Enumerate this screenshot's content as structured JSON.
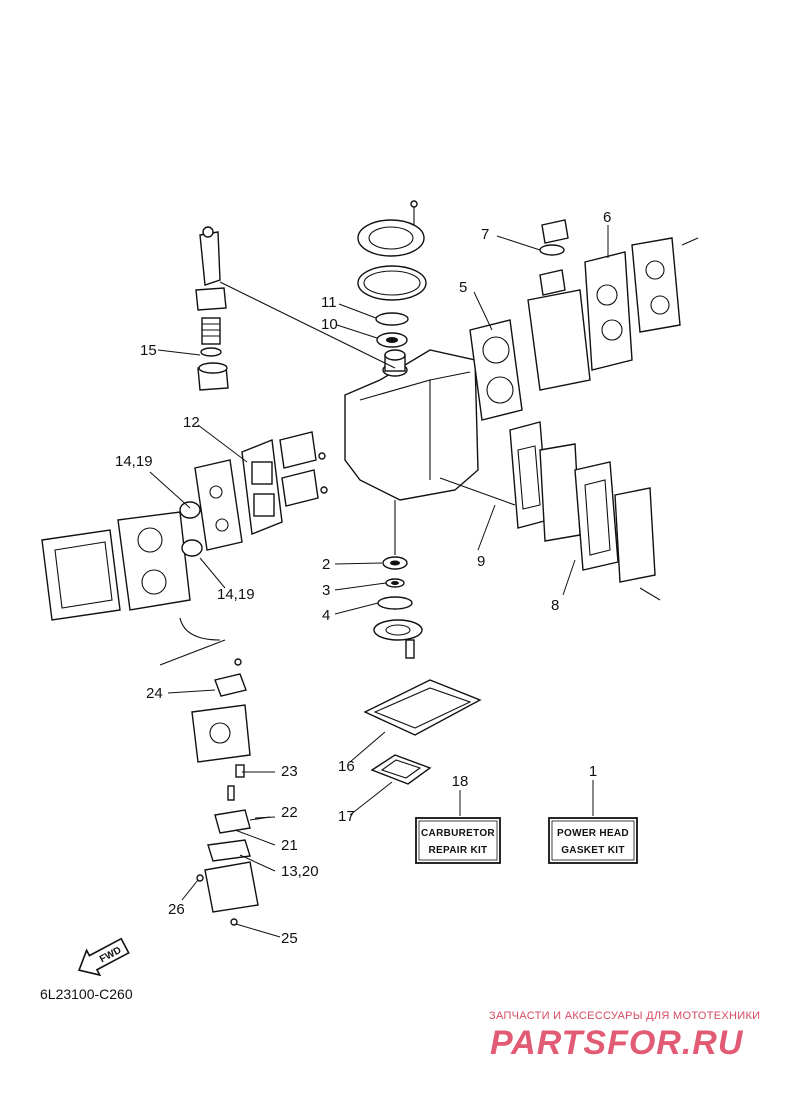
{
  "diagram": {
    "callouts": [
      "1",
      "2",
      "3",
      "4",
      "5",
      "6",
      "7",
      "8",
      "9",
      "10",
      "11",
      "12",
      "13,20",
      "14,19",
      "14,19",
      "15",
      "16",
      "17",
      "18",
      "21",
      "22",
      "23",
      "24",
      "25",
      "26"
    ],
    "kits": {
      "carburetor": {
        "line1": "CARBURETOR",
        "line2": "REPAIR KIT"
      },
      "powerhead": {
        "line1": "POWER HEAD",
        "line2": "GASKET KIT"
      }
    },
    "fwd_label": "FWD",
    "drawing_code": "6L23100-C260"
  },
  "watermark": {
    "line1": "ЗАПЧАСТИ И АКСЕССУАРЫ ДЛЯ МОТОТЕХНИКИ",
    "line2": "PARTSFOR.RU",
    "color": "#e25b74"
  }
}
